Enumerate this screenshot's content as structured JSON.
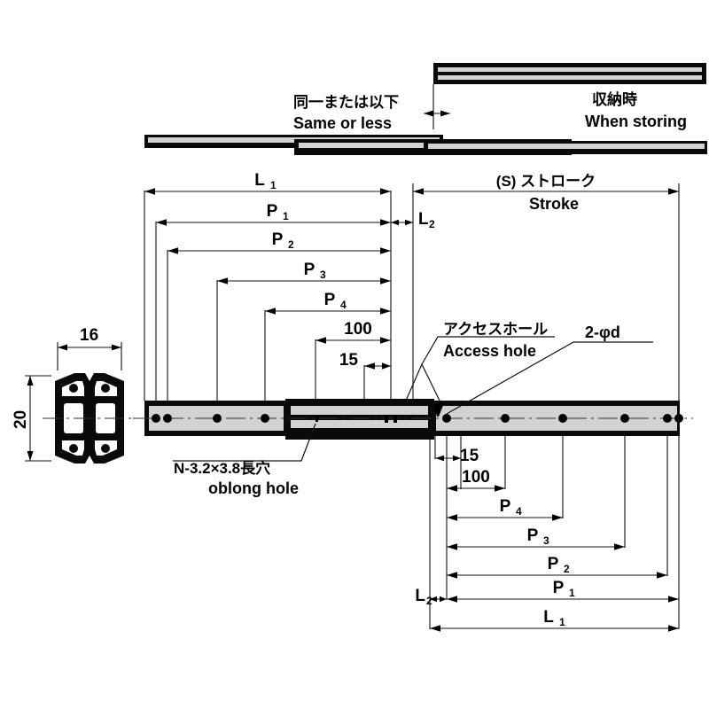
{
  "drawing": {
    "title": "Telescopic ball-bearing drawer slide dimensional drawing",
    "storing_diagram": {
      "note_same_jp": "同一または以下",
      "note_same_en": "Same or less",
      "note_storing_jp": "収納時",
      "note_storing_en": "When storing"
    },
    "top_dimensions": [
      {
        "key": "L1",
        "label": "L",
        "sub": "1"
      },
      {
        "key": "P1",
        "label": "P",
        "sub": "1"
      },
      {
        "key": "P2",
        "label": "P",
        "sub": "2"
      },
      {
        "key": "P3",
        "label": "P",
        "sub": "3"
      },
      {
        "key": "P4",
        "label": "P",
        "sub": "4"
      },
      {
        "key": "d100",
        "label": "100",
        "sub": ""
      },
      {
        "key": "d15",
        "label": "15",
        "sub": ""
      },
      {
        "key": "L2",
        "label": "L",
        "sub": "2"
      }
    ],
    "bottom_dimensions": [
      {
        "key": "b15",
        "label": "15",
        "sub": ""
      },
      {
        "key": "b100",
        "label": "100",
        "sub": ""
      },
      {
        "key": "bP4",
        "label": "P",
        "sub": "4"
      },
      {
        "key": "bP3",
        "label": "P",
        "sub": "3"
      },
      {
        "key": "bP2",
        "label": "P",
        "sub": "2"
      },
      {
        "key": "bP1",
        "label": "P",
        "sub": "1"
      },
      {
        "key": "bL1",
        "label": "L",
        "sub": "1"
      },
      {
        "key": "bL2",
        "label": "L",
        "sub": "2"
      }
    ],
    "stroke_dimension": {
      "label_jp": "(S) ストローク",
      "label_en": "Stroke"
    },
    "callouts": {
      "access_hole_jp": "アクセスホール",
      "access_hole_en": "Access hole",
      "hole_dia": "2-φd",
      "oblong_jp": "N-3.2×3.8長穴",
      "oblong_en": "oblong hole"
    },
    "section_view": {
      "width_label": "16",
      "height_label": "20"
    },
    "colors": {
      "line": "#111111",
      "rail_dark": "#0a0a0a",
      "rail_light": "#d2d2d2",
      "background": "#ffffff"
    }
  }
}
